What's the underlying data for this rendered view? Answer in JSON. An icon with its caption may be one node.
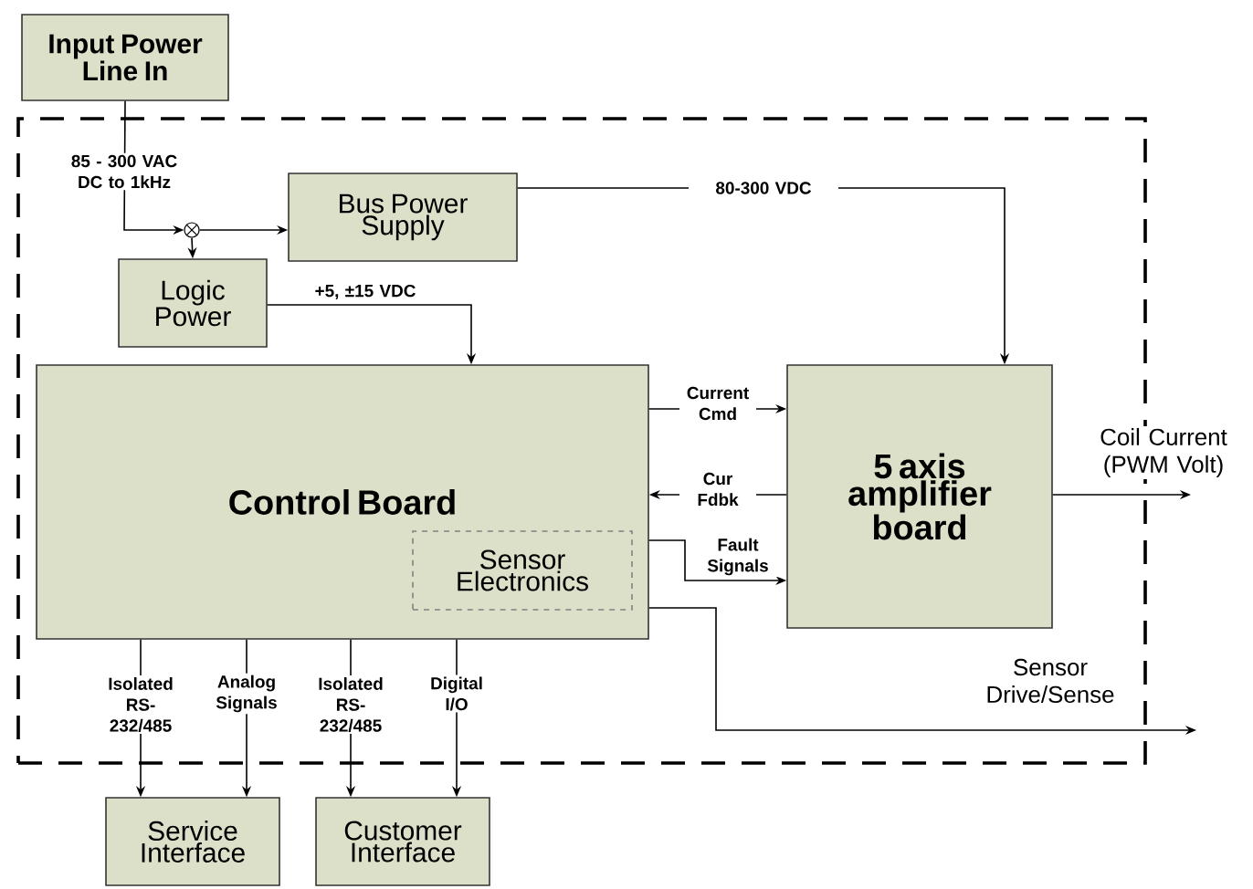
{
  "diagram": {
    "nodes": [
      {
        "text": [],
        "shape": "box"
      },
      {
        "text": [
          "Input Power Line In"
        ]
      },
      {
        "text": [],
        "shape": "circle",
        "in": 0
      },
      {
        "text": [
          "Bus Power Supply"
        ],
        "in": 0
      },
      {
        "text": [
          "Logic Power"
        ],
        "in": 0
      },
      {
        "text": [
          "Control Board"
        ],
        "in": 0
      },
      {
        "text": [
          "Sensor Electronics"
        ],
        "in": 5
      },
      {
        "text": [
          "5 axis amplifier board"
        ],
        "in": 0
      },
      {
        "text": [
          "Service Interface"
        ]
      },
      {
        "text": [
          "Customer Interface"
        ]
      }
    ],
    "edges": [
      {
        "from": 1,
        "to": 2,
        "arrow": "to",
        "label": "85 - 300 VAC DC to 1kHz"
      },
      {
        "from": 2,
        "to": 3,
        "arrow": "to"
      },
      {
        "from": 2,
        "to": 4,
        "arrow": "to"
      },
      {
        "from": 3,
        "to": 7,
        "arrow": "to",
        "label": "80-300 VDC"
      },
      {
        "from": 4,
        "to": 5,
        "arrow": "to",
        "label": "+5, ±15 VDC"
      },
      {
        "from": 5,
        "to": 7,
        "arrow": "to",
        "label": "Current Cmd"
      },
      {
        "from": 7,
        "to": 5,
        "arrow": "to",
        "label": "Cur Fdbk"
      },
      {
        "from": 5,
        "to": 7,
        "arrow": "to",
        "label": "Fault Signals"
      },
      {
        "from": 7,
        "to": null,
        "arrow": "to",
        "label": "Coil Current (PWM Volt)"
      },
      {
        "from": 5,
        "to": null,
        "arrow": "to",
        "label": "Sensor Drive/Sense"
      },
      {
        "from": 5,
        "to": 8,
        "arrow": "to",
        "label": "Isolated RS-232/485"
      },
      {
        "from": 5,
        "to": 8,
        "arrow": "to",
        "label": "Analog Signals"
      },
      {
        "from": 5,
        "to": 9,
        "arrow": "to",
        "label": "Isolated RS-232/485"
      },
      {
        "from": 5,
        "to": 9,
        "arrow": "to",
        "label": "Digital I/O"
      }
    ]
  }
}
